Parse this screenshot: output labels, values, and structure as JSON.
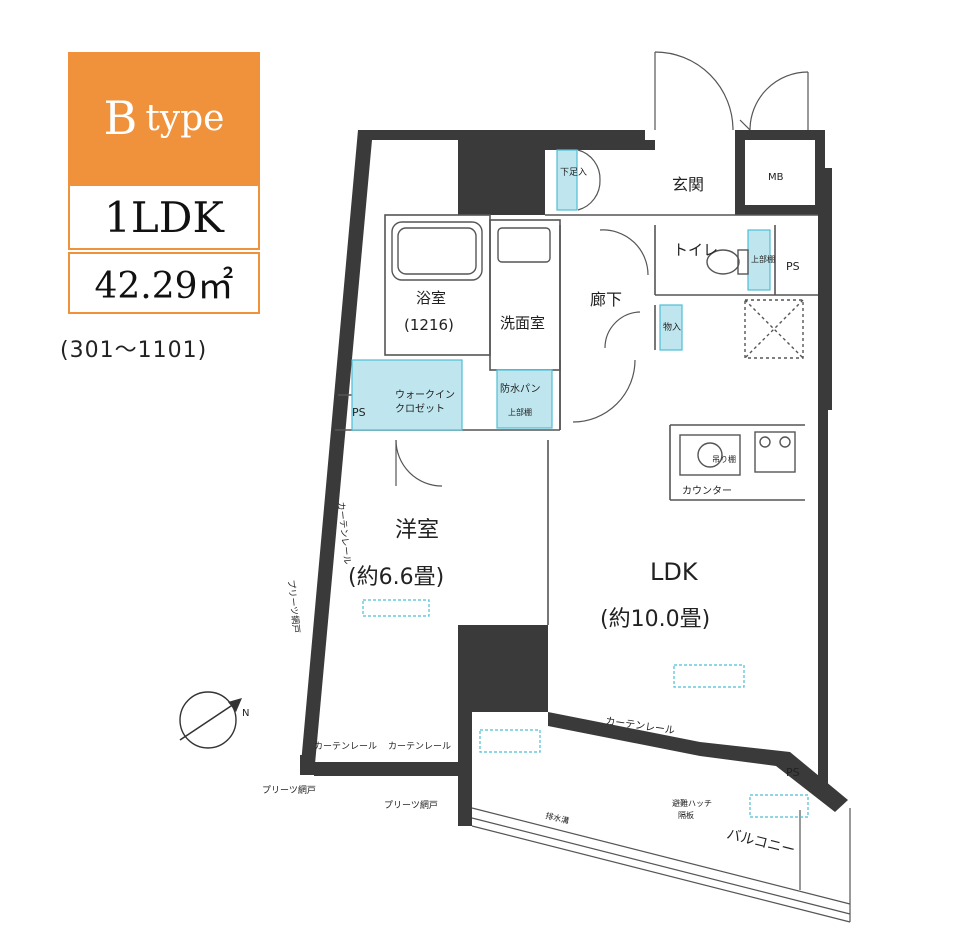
{
  "badge": {
    "type_letter": "B",
    "type_word": "type",
    "plan": "1LDK",
    "area": "42.29㎡",
    "units": "(301〜1101)"
  },
  "rooms": {
    "entrance": "玄関",
    "shoe_box": "下足入",
    "mb": "MB",
    "toilet": "トイレ",
    "toilet_shelf": "上部棚",
    "ps_toilet": "PS",
    "corridor": "廊下",
    "storage": "物入",
    "bath": "浴室",
    "bath_size": "(1216)",
    "washroom": "洗面室",
    "pan": "防水パン",
    "pan_shelf": "上部棚",
    "walkin_1": "ウォークイン",
    "walkin_2": "クロゼット",
    "ps_wic": "PS",
    "western_name": "洋室",
    "western_size": "(約6.6畳)",
    "ldk_name": "LDK",
    "ldk_size": "(約10.0畳)",
    "counter": "カウンター",
    "kitchen_shelf": "吊り棚",
    "ps_balcony": "PS",
    "balcony": "バルコニー",
    "curtain_ldk": "カーテンレール",
    "curtain_west": "カーテンレール",
    "curtain_bottom_1": "カーテンレール",
    "curtain_bottom_2": "カーテンレール",
    "pleats_side": "プリーツ網戸",
    "pleats_bottom_1": "プリーツ網戸",
    "pleats_bottom_2": "プリーツ網戸",
    "evac_1": "避難ハッチ",
    "evac_2": "隔板",
    "gutter": "排水溝",
    "compass": "N"
  },
  "colors": {
    "badge": "#F0923B",
    "wall": "#3a3a3a",
    "cyan": "#BFE6EE",
    "cyan_line": "#4DBFD6"
  }
}
